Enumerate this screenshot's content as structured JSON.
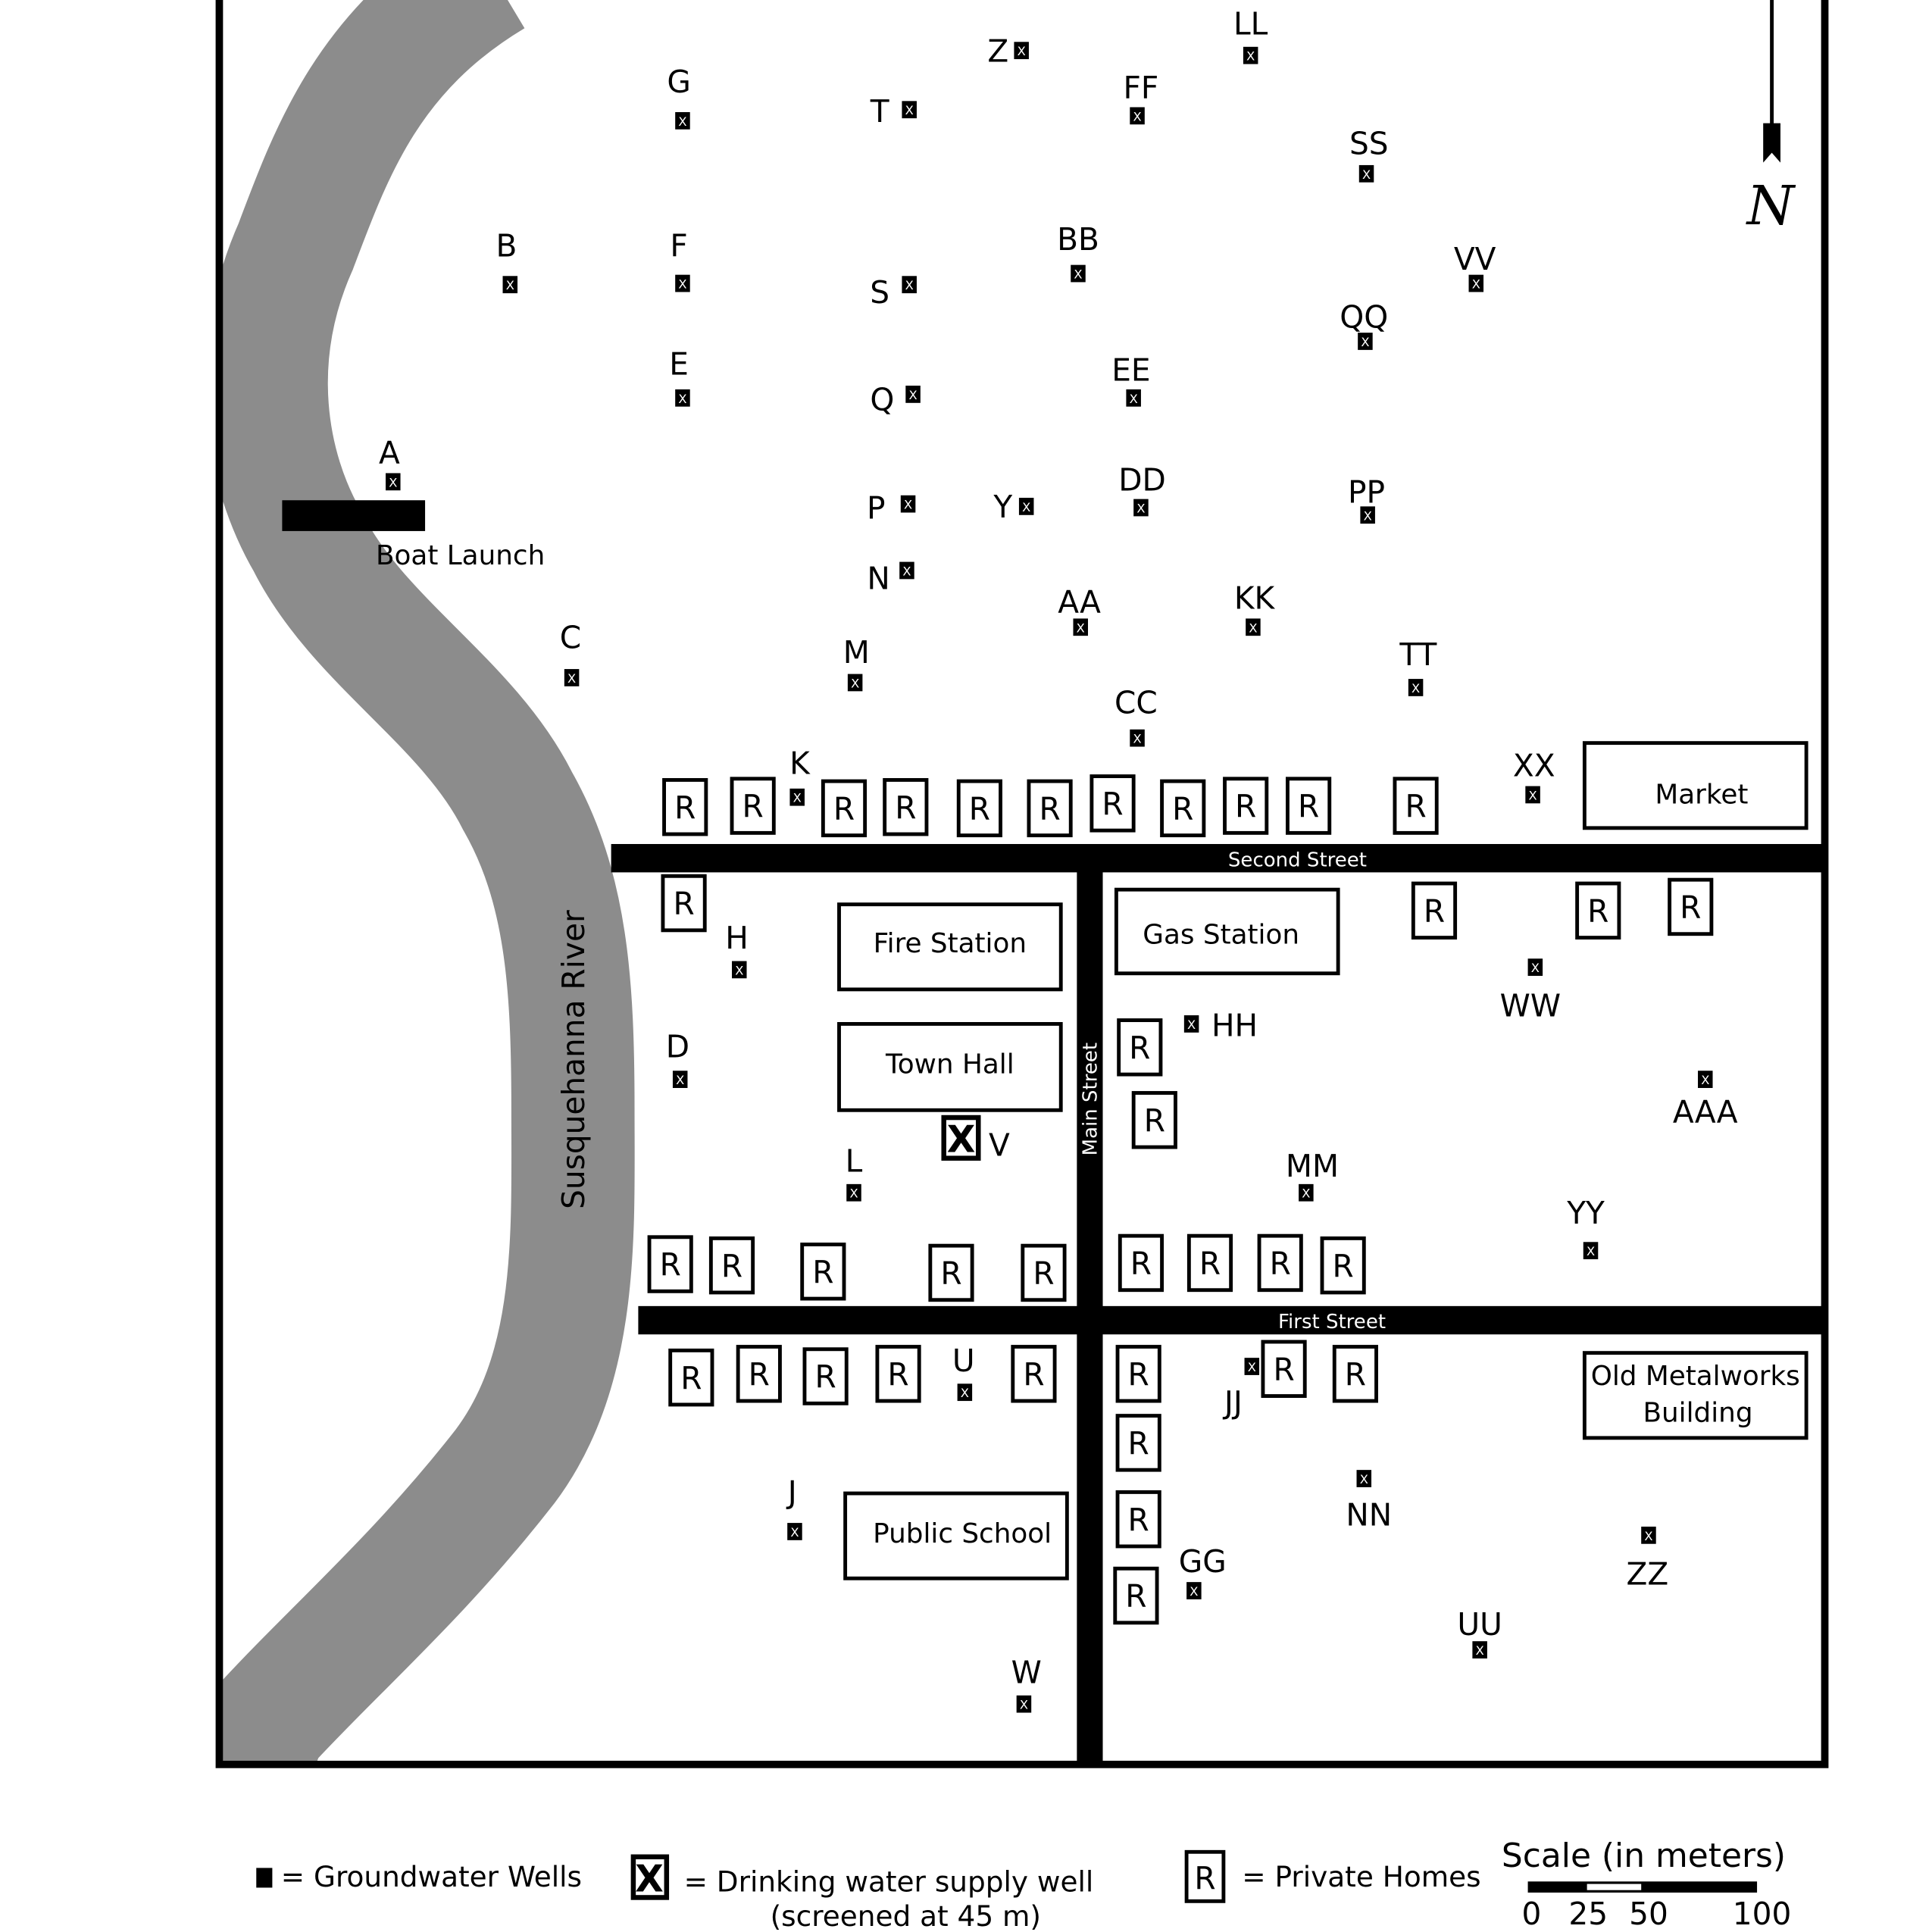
{
  "map": {
    "river_label": "Susquehanna River",
    "boat_launch_label": "Boat Launch",
    "streets": {
      "second": "Second Street",
      "first": "First Street",
      "main": "Main Street"
    },
    "buildings": {
      "fire_station": "Fire Station",
      "town_hall": "Town Hall",
      "gas_station": "Gas Station",
      "market": "Market",
      "old_metalworks_line1": "Old Metalworks",
      "old_metalworks_line2": "Building",
      "public_school": "Public School"
    },
    "north_label": "N",
    "well_glyph": "X",
    "home_label": "R",
    "drinking_well": {
      "label": "V",
      "glyph": "X"
    },
    "wells": [
      "Z",
      "LL",
      "G",
      "T",
      "FF",
      "SS",
      "B",
      "F",
      "S",
      "BB",
      "VV",
      "QQ",
      "E",
      "Q",
      "EE",
      "A",
      "DD",
      "PP",
      "P",
      "Y",
      "N",
      "AA",
      "KK",
      "C",
      "M",
      "TT",
      "CC",
      "K",
      "XX",
      "H",
      "WW",
      "HH",
      "D",
      "AAA",
      "L",
      "MM",
      "YY",
      "U",
      "JJ",
      "NN",
      "J",
      "ZZ",
      "GG",
      "UU",
      "W"
    ]
  },
  "legend": {
    "groundwater": "= Groundwater Wells",
    "drinking": "= Drinking water supply well",
    "drinking_note": "(screened at 45 m)",
    "homes": "= Private Homes",
    "scale_title": "Scale (in meters)",
    "scale_ticks": [
      "0",
      "25",
      "50",
      "100"
    ]
  },
  "colors": {
    "river": "#8c8c8c",
    "ink": "#000000"
  }
}
